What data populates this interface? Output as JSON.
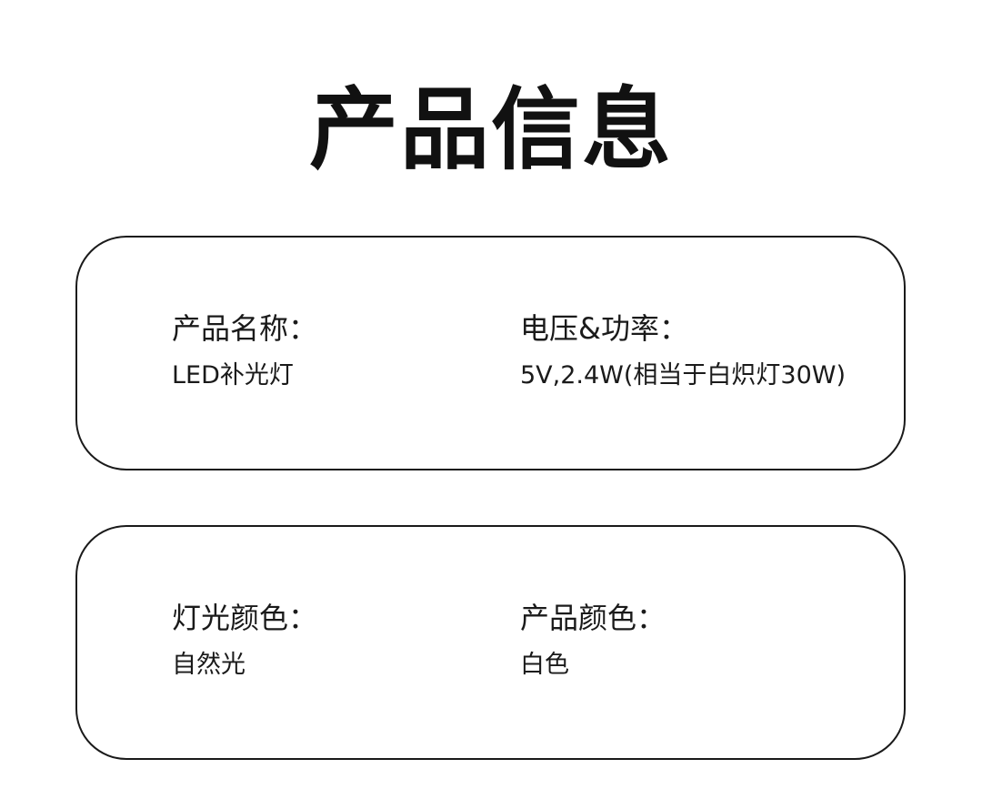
{
  "page": {
    "title": "产品信息"
  },
  "cards": [
    {
      "fields": [
        {
          "label": "产品名称：",
          "value": "LED补光灯"
        },
        {
          "label": "电压&功率：",
          "value": "5V,2.4W(相当于白炽灯30W)"
        }
      ]
    },
    {
      "fields": [
        {
          "label": "灯光颜色：",
          "value": "自然光"
        },
        {
          "label": "产品颜色：",
          "value": "白色"
        }
      ]
    }
  ]
}
